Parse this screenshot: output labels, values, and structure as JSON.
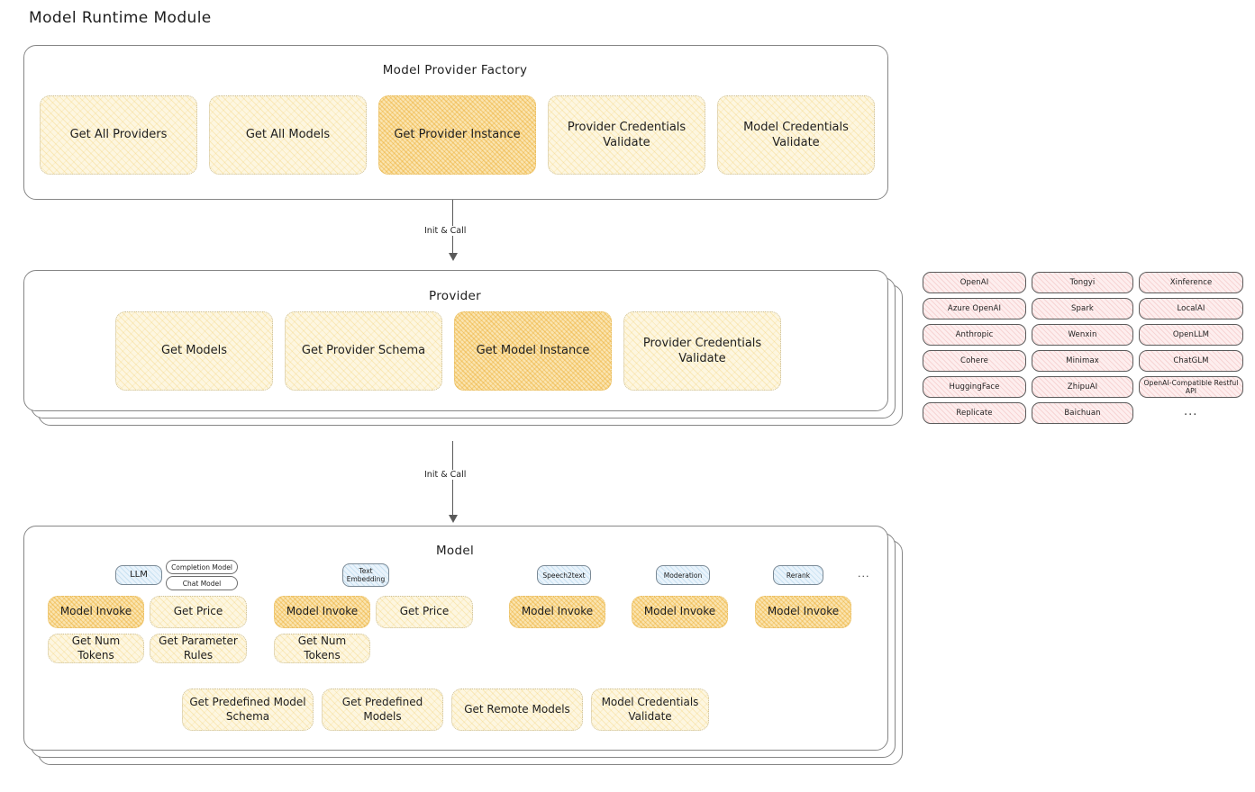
{
  "page": {
    "title": "Model Runtime Module"
  },
  "arrows": [
    {
      "label": "Init & Call"
    },
    {
      "label": "Init & Call"
    }
  ],
  "factory": {
    "title": "Model Provider Factory",
    "boxes": [
      {
        "label": "Get All Providers",
        "highlight": false
      },
      {
        "label": "Get All Models",
        "highlight": false
      },
      {
        "label": "Get Provider Instance",
        "highlight": true
      },
      {
        "label": "Provider Credentials Validate",
        "highlight": false
      },
      {
        "label": "Model Credentials Validate",
        "highlight": false
      }
    ]
  },
  "provider": {
    "title": "Provider",
    "boxes": [
      {
        "label": "Get Models",
        "highlight": false
      },
      {
        "label": "Get Provider Schema",
        "highlight": false
      },
      {
        "label": "Get Model Instance",
        "highlight": true
      },
      {
        "label": "Provider Credentials Validate",
        "highlight": false
      }
    ]
  },
  "provider_list": {
    "columns": [
      [
        "OpenAI",
        "Azure OpenAI",
        "Anthropic",
        "Cohere",
        "HuggingFace",
        "Replicate"
      ],
      [
        "Tongyi",
        "Spark",
        "Wenxin",
        "Minimax",
        "ZhipuAI",
        "Baichuan"
      ],
      [
        "Xinference",
        "LocalAI",
        "OpenLLM",
        "ChatGLM",
        "OpenAI-Compatible Restful API"
      ]
    ],
    "more": "..."
  },
  "model": {
    "title": "Model",
    "more": "...",
    "groups": [
      {
        "chip": "LLM",
        "subchips": [
          "Completion Model",
          "Chat Model"
        ],
        "boxes": [
          {
            "label": "Model Invoke",
            "highlight": true
          },
          {
            "label": "Get Price",
            "highlight": false
          },
          {
            "label": "Get Num Tokens",
            "highlight": false
          },
          {
            "label": "Get Parameter Rules",
            "highlight": false
          }
        ]
      },
      {
        "chip": "Text Embedding",
        "subchips": [],
        "boxes": [
          {
            "label": "Model Invoke",
            "highlight": true
          },
          {
            "label": "Get Price",
            "highlight": false
          },
          {
            "label": "Get Num Tokens",
            "highlight": false
          }
        ]
      },
      {
        "chip": "Speech2text",
        "subchips": [],
        "boxes": [
          {
            "label": "Model Invoke",
            "highlight": true
          }
        ]
      },
      {
        "chip": "Moderation",
        "subchips": [],
        "boxes": [
          {
            "label": "Model Invoke",
            "highlight": true
          }
        ]
      },
      {
        "chip": "Rerank",
        "subchips": [],
        "boxes": [
          {
            "label": "Model Invoke",
            "highlight": true
          }
        ]
      }
    ],
    "common_boxes": [
      {
        "label": "Get Predefined Model Schema"
      },
      {
        "label": "Get Predefined Models"
      },
      {
        "label": "Get Remote Models"
      },
      {
        "label": "Model Credentials Validate"
      }
    ]
  },
  "colors": {
    "box_fill": "#fdf6e0",
    "box_fill_highlight": "#fae4b0",
    "chip_fill": "#e9f3fb",
    "provider_chip_fill": "#fdeeee",
    "stroke": "#868686",
    "text": "#1e1e1e"
  }
}
